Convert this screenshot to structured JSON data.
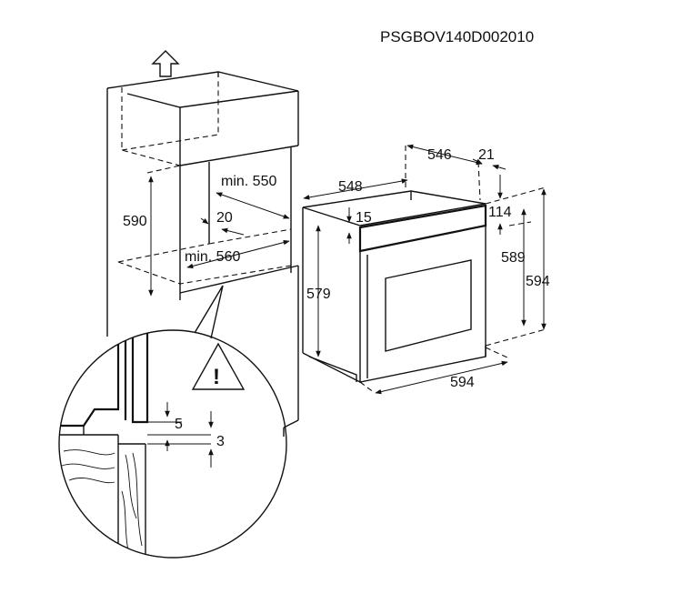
{
  "drawing_code": "PSGBOV140D002010",
  "cabinet": {
    "height_590": "590",
    "min_width": "min. 550",
    "min_depth": "min. 560",
    "clearance_20": "20"
  },
  "oven": {
    "depth_548": "548",
    "depth_546": "546",
    "front_21": "21",
    "top_15": "15",
    "offset_114": "114",
    "height_579": "579",
    "height_589": "589",
    "height_594": "594",
    "width_594": "594"
  },
  "detail": {
    "gap_5": "5",
    "gap_3": "3",
    "warning_symbol": "!"
  },
  "icons": {
    "up_arrow": "up-arrow-icon",
    "warning": "warning-triangle-icon"
  }
}
